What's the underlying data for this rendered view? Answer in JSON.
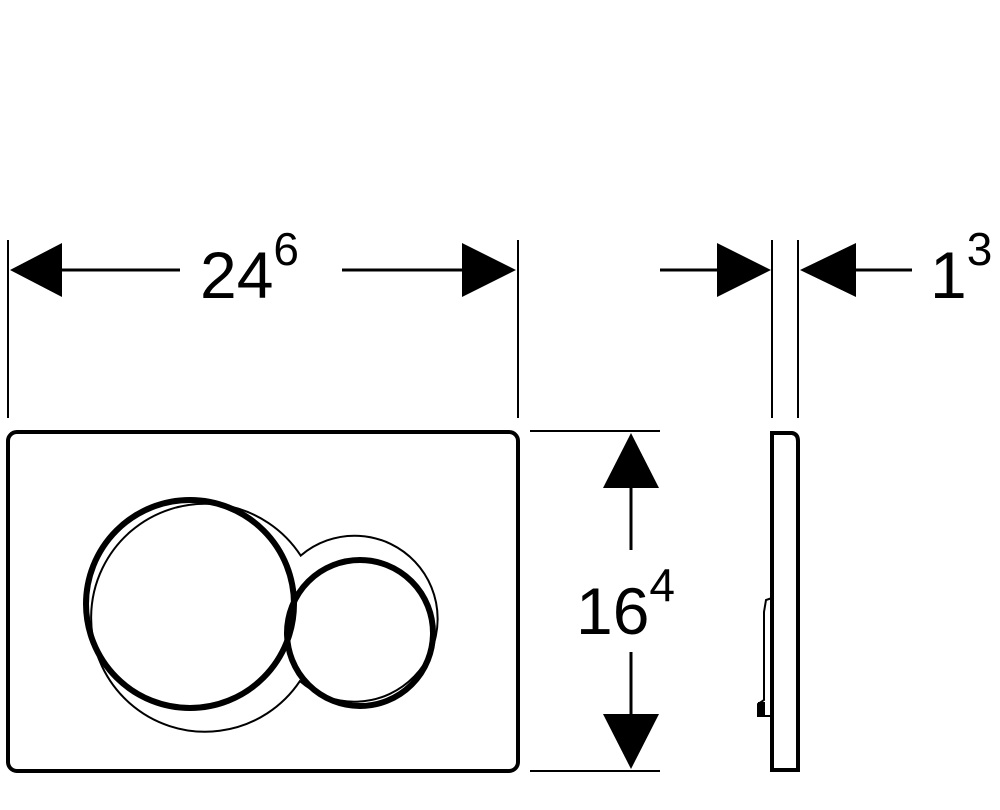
{
  "dimensions": {
    "width": {
      "value": "24",
      "superscript": "6"
    },
    "height": {
      "value": "16",
      "superscript": "4"
    },
    "depth": {
      "value": "1",
      "superscript": "3"
    }
  },
  "colors": {
    "ink": "#000000",
    "background": "#ffffff"
  }
}
